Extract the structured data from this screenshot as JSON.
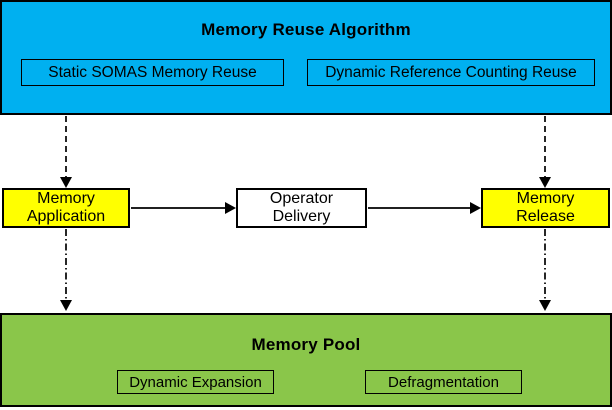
{
  "colors": {
    "cyan": "#00B0F0",
    "yellow": "#FFFF00",
    "green": "#8AC64A",
    "white": "#FFFFFF",
    "line": "#000000",
    "bg": "#FFFFFF"
  },
  "top_block": {
    "title": "Memory Reuse Algorithm",
    "items": [
      {
        "label": "Static SOMAS Memory Reuse"
      },
      {
        "label": "Dynamic Reference Counting Reuse"
      }
    ]
  },
  "middle_row": {
    "application": {
      "line1": "Memory",
      "line2": "Application"
    },
    "delivery": {
      "line1": "Operator",
      "line2": "Delivery"
    },
    "release": {
      "line1": "Memory",
      "line2": "Release"
    }
  },
  "bottom_block": {
    "title": "Memory Pool",
    "items": [
      {
        "label": "Dynamic Expansion"
      },
      {
        "label": "Defragmentation"
      }
    ]
  }
}
